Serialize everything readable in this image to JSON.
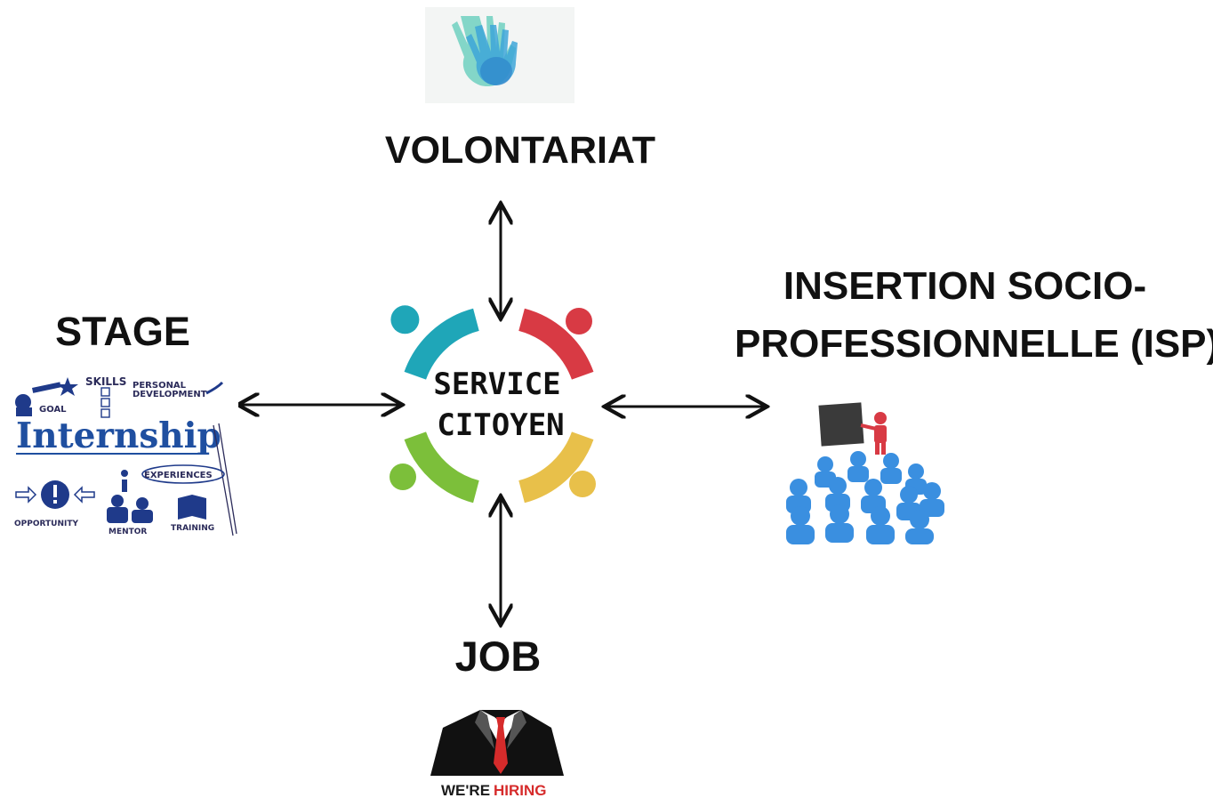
{
  "center": {
    "line1": "SERVICE",
    "line2": "CITOYEN"
  },
  "nodes": {
    "top": "VOLONTARIAT",
    "left": "STAGE",
    "right_line1": "INSERTION SOCIO-",
    "right_line2": "PROFESSIONNELLE (ISP)",
    "bottom": "JOB"
  },
  "internship_image": {
    "title": "Internship",
    "words": [
      "SKILLS",
      "PERSONAL",
      "DEVELOPMENT",
      "GOAL",
      "EXPERIENCES",
      "OPPORTUNITY",
      "MENTOR",
      "TRAINING"
    ]
  },
  "job_image": {
    "text_a": "WE'RE",
    "text_b": "HIRING"
  },
  "colors": {
    "teal": "#1fa6b8",
    "red": "#d83a44",
    "green": "#7cbf3a",
    "yellow": "#e8c04a",
    "blue_people": "#3a8fe0",
    "navy": "#1f3a8a",
    "hiring_red": "#d62b2b"
  },
  "icons": [
    "hands-icon",
    "internship-collage",
    "audience-presenter-icon",
    "suit-hiring-icon",
    "cycle-ring"
  ]
}
